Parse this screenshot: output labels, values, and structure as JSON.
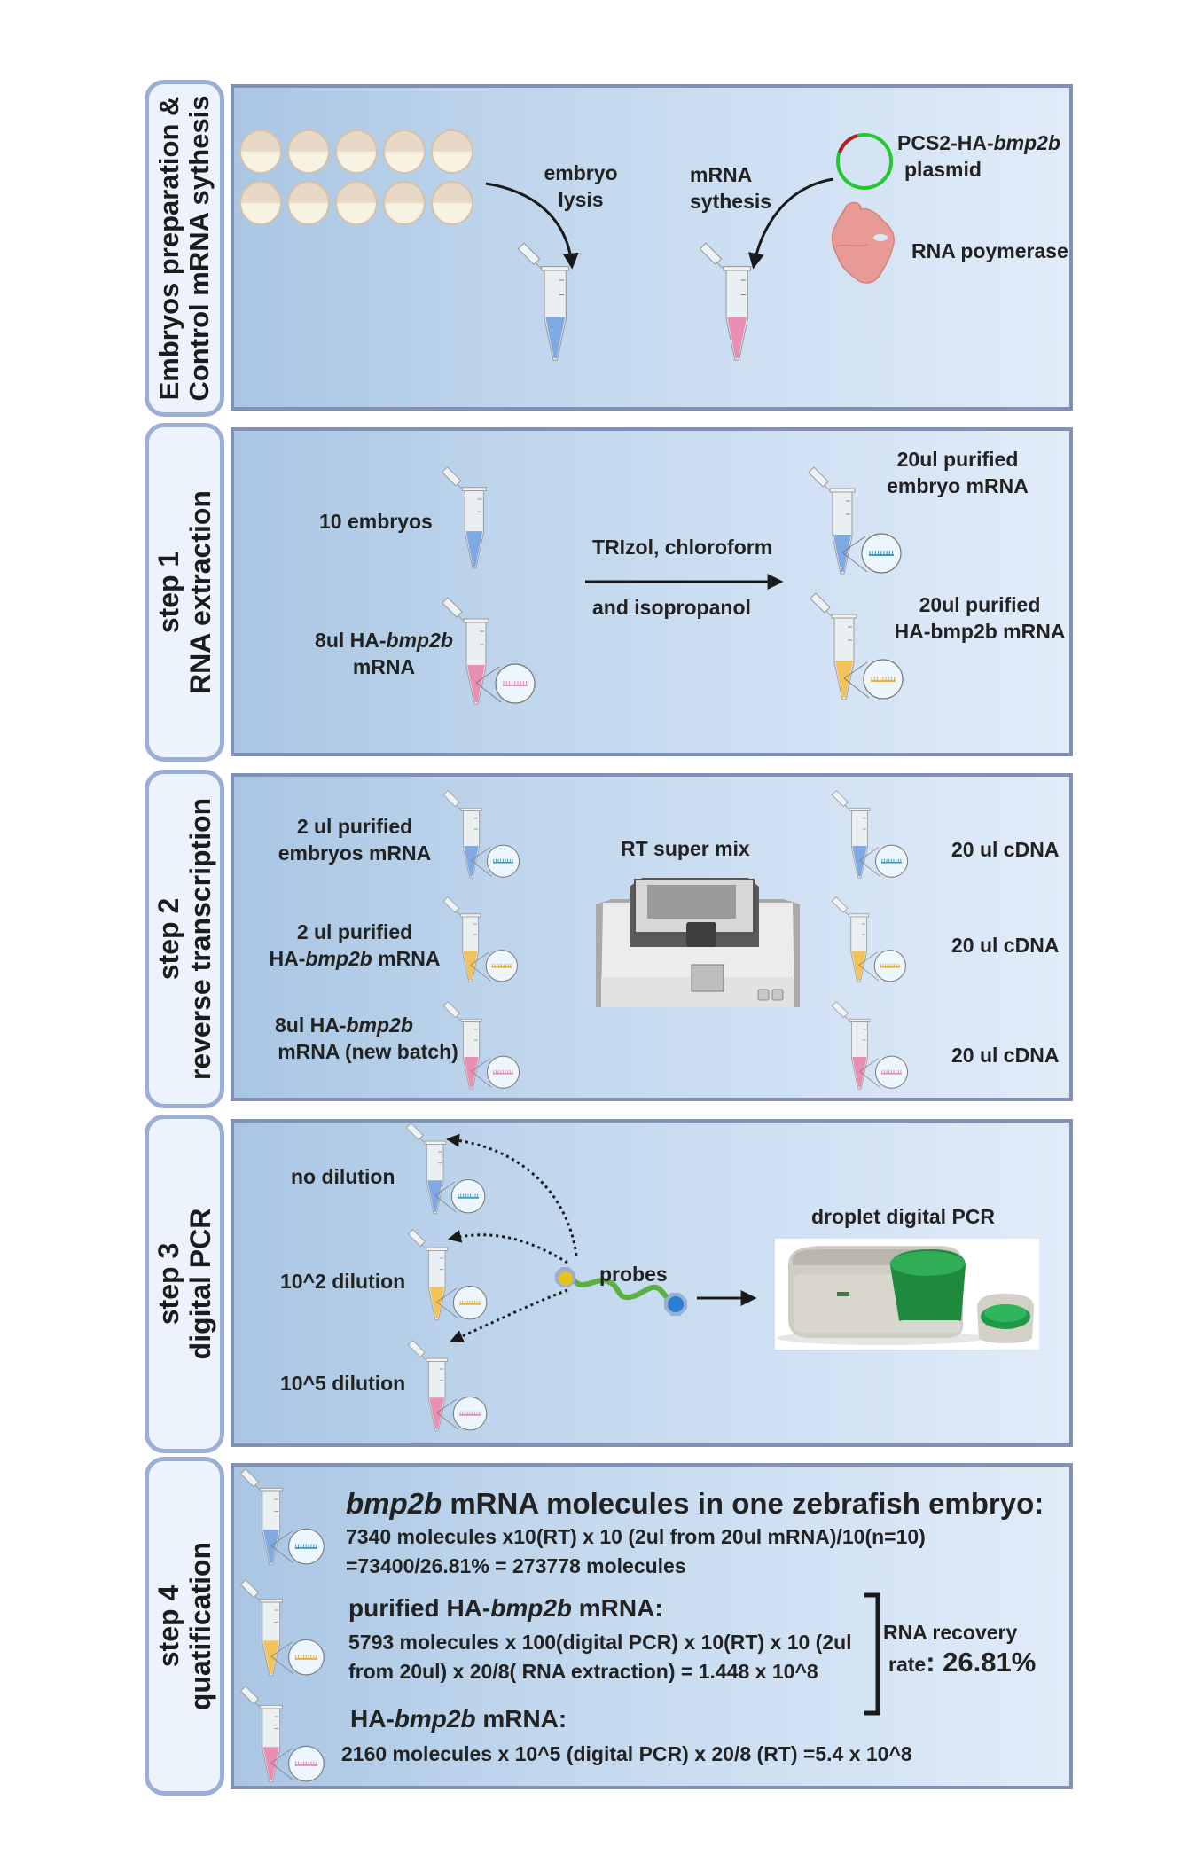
{
  "sections": {
    "prep": {
      "label_line1": "Embryos preparation &",
      "label_line2": "Control mRNA sythesis",
      "embryo_count": 10,
      "embryo_lysis_line1": "embryo",
      "embryo_lysis_line2": "lysis",
      "mrna_synthesis_line1": "mRNA",
      "mrna_synthesis_line2": "sythesis",
      "plasmid_prefix": "PCS2-HA-",
      "plasmid_gene": "bmp2b",
      "plasmid_line2": "plasmid",
      "polymerase": "RNA poymerase"
    },
    "step1": {
      "label_line1": "step 1",
      "label_line2": "RNA extraction",
      "input1": "10 embryos",
      "input2_prefix": "8ul HA-",
      "input2_gene": "bmp2b",
      "input2_line2": "mRNA",
      "reagents_line1": "TRIzol, chloroform",
      "reagents_line2": "and isopropanol",
      "output1_line1": "20ul purified",
      "output1_line2": "embryo mRNA",
      "output2_line1": "20ul purified",
      "output2_line2": "HA-bmp2b mRNA"
    },
    "step2": {
      "label_line1": "step 2",
      "label_line2": "reverse transcription",
      "input1_line1": "2 ul purified",
      "input1_line2": "embryos mRNA",
      "input2_line1": "2 ul purified",
      "input2_prefix": "HA-",
      "input2_gene": "bmp2b",
      "input2_suffix": " mRNA",
      "input3_prefix": "8ul HA-",
      "input3_gene": "bmp2b",
      "input3_line2": "mRNA (new batch)",
      "machine_label": "RT super mix",
      "outputs": [
        "20 ul cDNA",
        "20 ul cDNA",
        "20 ul cDNA"
      ]
    },
    "step3": {
      "label_line1": "step 3",
      "label_line2": "digital PCR",
      "dilutions": [
        "no dilution",
        "10^2 dilution",
        "10^5 dilution"
      ],
      "probes": "probes",
      "instrument": "droplet digital PCR"
    },
    "step4": {
      "label_line1": "step 4",
      "label_line2": "quatification",
      "embryo_title_gene": "bmp2b",
      "embryo_title_rest": " mRNA molecules in one zebrafish embryo:",
      "embryo_calc_line1": "7340 molecules x10(RT) x 10 (2ul from 20ul mRNA)/10(n=10)",
      "embryo_calc_line2": "=73400/26.81% = 273778 molecules",
      "purified_title_prefix": "purified HA-",
      "purified_title_gene": "bmp2b",
      "purified_title_suffix": " mRNA:",
      "purified_calc_line1": "5793 molecules x 100(digital PCR) x 10(RT) x 10 (2ul",
      "purified_calc_line2": "from 20ul) x 20/8( RNA extraction)  = 1.448 x 10^8",
      "raw_title_prefix": "HA-",
      "raw_title_gene": "bmp2b",
      "raw_title_suffix": " mRNA:",
      "raw_calc": "2160 molecules x 10^5 (digital PCR) x 20/8 (RT)  =5.4 x 10^8",
      "recovery_line1": "RNA recovery",
      "recovery_line2_prefix": "rate",
      "recovery_value": ": 26.81%"
    }
  },
  "colors": {
    "embryo_liquid": "#7fa9e3",
    "embryo_mrna": "#2a8fb8",
    "ha_mrna_liquid": "#e98fb3",
    "ha_mrna": "#e57fae",
    "purified_ha_liquid": "#f1c35a",
    "purified_ha_mrna": "#e2a82a",
    "panel_border": "#8290b5",
    "label_border": "#9aaed6",
    "probe_green": "#5ab043",
    "probe_yellow": "#e6c21c",
    "probe_blue": "#2b7fcf",
    "plasmid_green": "#22c92c",
    "plasmid_red": "#b01c2a",
    "polymerase": "#e79a96"
  }
}
